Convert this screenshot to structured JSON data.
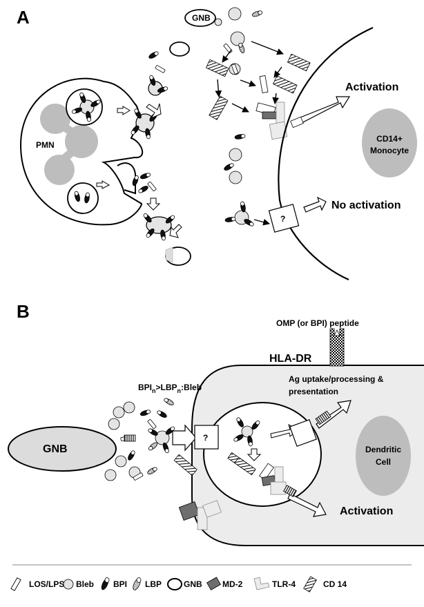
{
  "panel_a": {
    "letter": "A",
    "gnb": "GNB",
    "pmn": "PMN",
    "monocyte_line1": "CD14+",
    "monocyte_line2": "Monocyte",
    "activation": "Activation",
    "no_activation": "No activation",
    "question": "?"
  },
  "panel_b": {
    "letter": "B",
    "peptide": "OMP (or BPI) peptide",
    "hla": "HLA-DR",
    "ratio_bpi": "BPI",
    "ratio_sub1": "n",
    "ratio_mid": ">LBP",
    "ratio_sub2": "n",
    "ratio_end": ":Bleb",
    "gnb": "GNB",
    "question": "?",
    "ag_line1": "Ag uptake/processing &",
    "ag_line2": "presentation",
    "dc_line1": "Dendritic",
    "dc_line2": "Cell",
    "activation": "Activation"
  },
  "legend": [
    {
      "label": "LOS/LPS",
      "icon": "los-lps-icon"
    },
    {
      "label": "Bleb",
      "icon": "bleb-icon"
    },
    {
      "label": "BPI",
      "icon": "bpi-icon"
    },
    {
      "label": "LBP",
      "icon": "lbp-icon"
    },
    {
      "label": "GNB",
      "icon": "gnb-icon"
    },
    {
      "label": "MD-2",
      "icon": "md2-icon"
    },
    {
      "label": "TLR-4",
      "icon": "tlr4-icon"
    },
    {
      "label": "CD 14",
      "icon": "cd14-icon"
    }
  ],
  "colors": {
    "cell_fill": "#bdbdbd",
    "bleb_fill": "#e4e4e4",
    "dc_cytoplasm": "#ececec",
    "md2": "#6e6e6e",
    "bpi": "#111111",
    "stroke": "#000000"
  }
}
